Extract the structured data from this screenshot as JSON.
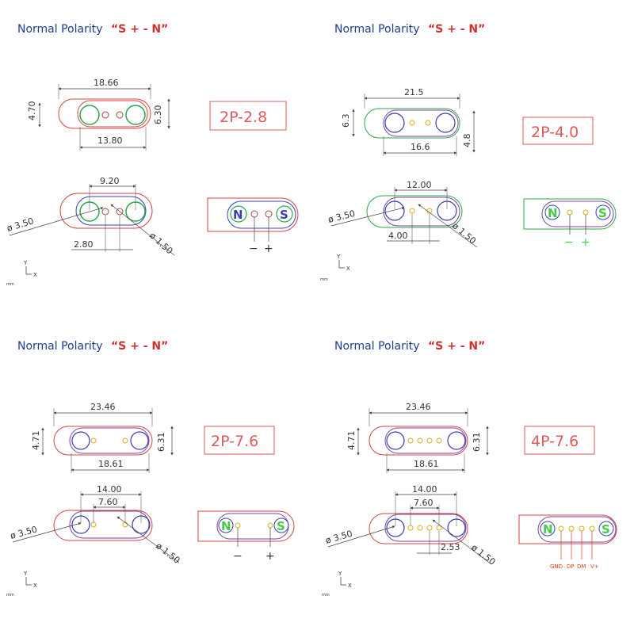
{
  "colors": {
    "heading": "#1a3c8c",
    "polarity": "#d03030",
    "outline_red": "#d94040",
    "outline_green": "#2aa84a",
    "outline_blue": "#3b3fb0",
    "outline_purple": "#8040a0",
    "pin_yellow": "#d4b020",
    "label_red": "#e05a5a",
    "dim_line": "#444444",
    "sign_green": "#44cc44",
    "pin_name": "#e0401a"
  },
  "icons": [
    "pin-n-icon",
    "pin-s-icon",
    "axis-icon"
  ],
  "panels": [
    {
      "heading": "Normal Polarity",
      "polarity": "“S + - N”",
      "model_label": "2P-2.8",
      "top_dims": {
        "length": "18.66",
        "height": "4.70",
        "height2": "6.30",
        "inner": "13.80"
      },
      "bottom_dims": {
        "span": "9.20",
        "big_dia": "ø 3.50",
        "small_dia": "ø 1.50",
        "pitch": "2.80"
      },
      "pin_n": "N",
      "pin_s": "S",
      "signs": [
        "−",
        "+"
      ],
      "axis_y": "Y",
      "axis_x": "X",
      "unit": "mm"
    },
    {
      "heading": "Normal Polarity",
      "polarity": "“S + - N”",
      "model_label": "2P-4.0",
      "top_dims": {
        "length": "21.5",
        "height": "6.3",
        "height2": "4.8",
        "inner": "16.6"
      },
      "bottom_dims": {
        "span": "12.00",
        "big_dia": "ø 3.50",
        "small_dia": "ø 1.50",
        "pitch": "4.00"
      },
      "pin_n": "N",
      "pin_s": "S",
      "signs": [
        "−",
        "+"
      ],
      "axis_y": "Y",
      "axis_x": "X",
      "unit": "mm"
    },
    {
      "heading": "Normal Polarity",
      "polarity": "“S + - N”",
      "model_label": "2P-7.6",
      "top_dims": {
        "length": "23.46",
        "height": "4.71",
        "height2": "6.31",
        "inner": "18.61"
      },
      "bottom_dims": {
        "span": "14.00",
        "span2": "7.60",
        "big_dia": "ø 3.50",
        "small_dia": "ø 1.50"
      },
      "pin_n": "N",
      "pin_s": "S",
      "signs": [
        "−",
        "+"
      ],
      "axis_y": "Y",
      "axis_x": "X",
      "unit": "mm"
    },
    {
      "heading": "Normal Polarity",
      "polarity": "“S + - N”",
      "model_label": "4P-7.6",
      "top_dims": {
        "length": "23.46",
        "height": "4.71",
        "height2": "6.31",
        "inner": "18.61"
      },
      "bottom_dims": {
        "span": "14.00",
        "span2": "7.60",
        "big_dia": "ø 3.50",
        "small_dia": "ø 1.50",
        "pitch": "2.53"
      },
      "pin_n": "N",
      "pin_s": "S",
      "pin_names": [
        "GND",
        "DP",
        "DM",
        "V+"
      ],
      "axis_y": "Y",
      "axis_x": "X",
      "unit": "mm"
    }
  ]
}
